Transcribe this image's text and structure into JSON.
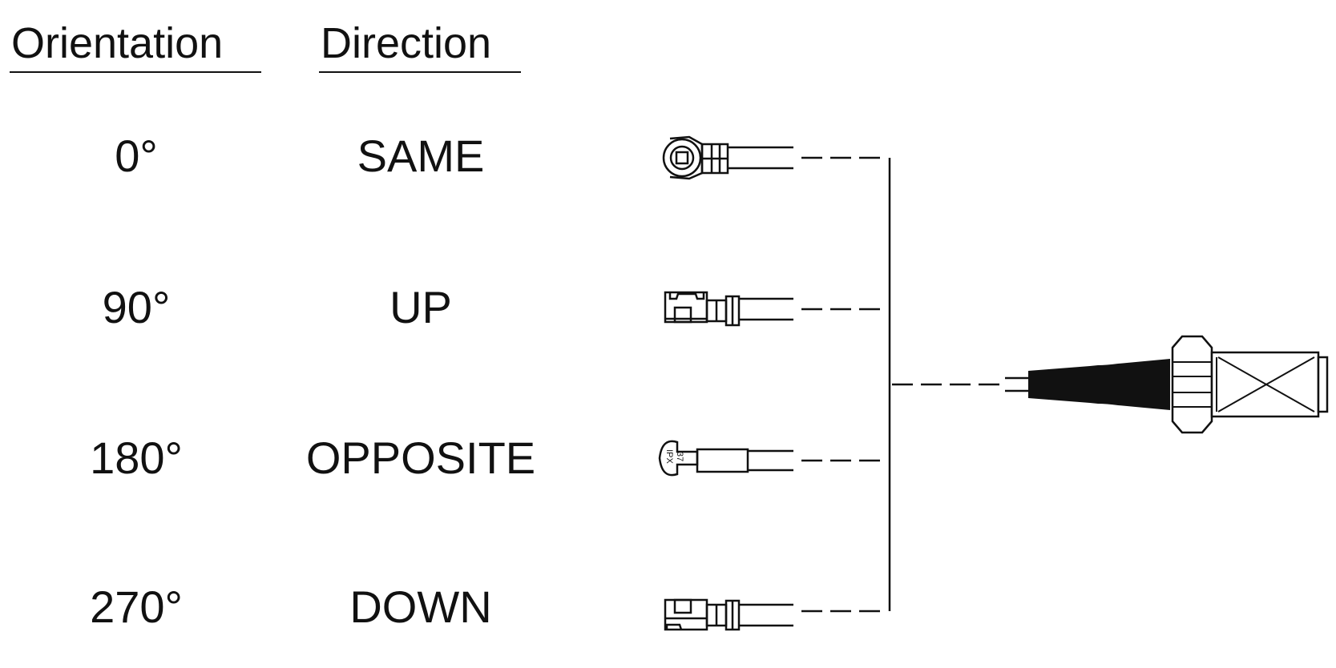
{
  "headers": {
    "orientation": "Orientation",
    "direction": "Direction"
  },
  "rows": [
    {
      "orientation": "0°",
      "direction": "SAME"
    },
    {
      "orientation": "90°",
      "direction": "UP"
    },
    {
      "orientation": "180°",
      "direction": "OPPOSITE"
    },
    {
      "orientation": "270°",
      "direction": "DOWN"
    }
  ],
  "connector_marking": {
    "line1": "37",
    "line2": "IPX"
  }
}
